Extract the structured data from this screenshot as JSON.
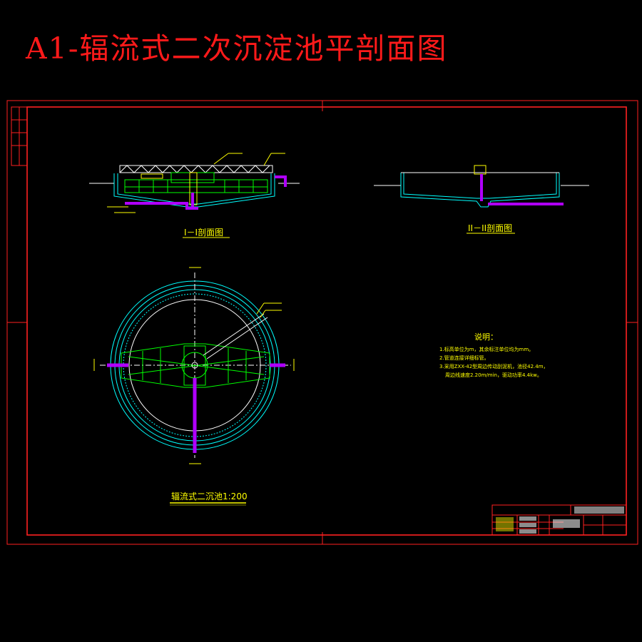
{
  "title": "A1-辐流式二次沉淀池平剖面图",
  "section1_title": "I－I剖面图",
  "section2_title": "II－II剖面图",
  "plan_title": "辐流式二沉池1:200",
  "notes": {
    "heading": "说明：",
    "lines": [
      "1.标高单位为m，其余标注单位均为mm。",
      "2.管道连接详细标管。",
      "3.采用ZXX-42型周边传动刮泥机，池径42.4m，",
      "周边线速度2.20m/min，驱动功率4.4kw。"
    ]
  },
  "colors": {
    "frame": "#ff2020",
    "title": "#ff1a1a",
    "structure": "#00ffff",
    "scraper": "#00ff00",
    "pipe": "#b000ff",
    "labels": "#ffff00",
    "white": "#ffffff"
  }
}
